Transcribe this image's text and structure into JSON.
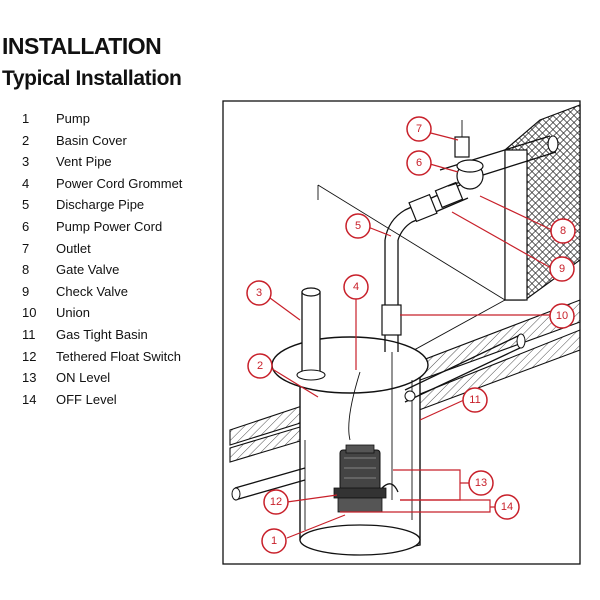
{
  "heading": "INSTALLATION",
  "subheading": "Typical Installation",
  "legend": [
    {
      "num": "1",
      "label": "Pump"
    },
    {
      "num": "2",
      "label": "Basin Cover"
    },
    {
      "num": "3",
      "label": "Vent Pipe"
    },
    {
      "num": "4",
      "label": "Power Cord Grommet"
    },
    {
      "num": "5",
      "label": "Discharge Pipe"
    },
    {
      "num": "6",
      "label": "Pump Power Cord"
    },
    {
      "num": "7",
      "label": "Outlet"
    },
    {
      "num": "8",
      "label": "Gate Valve"
    },
    {
      "num": "9",
      "label": "Check Valve"
    },
    {
      "num": "10",
      "label": "Union"
    },
    {
      "num": "11",
      "label": "Gas Tight Basin"
    },
    {
      "num": "12",
      "label": "Tethered Float Switch"
    },
    {
      "num": "13",
      "label": "ON Level"
    },
    {
      "num": "14",
      "label": "OFF Level"
    }
  ],
  "callouts": [
    "1",
    "2",
    "3",
    "4",
    "5",
    "6",
    "7",
    "8",
    "9",
    "10",
    "11",
    "12",
    "13",
    "14"
  ],
  "colors": {
    "accent": "#c8202a",
    "line": "#111111"
  }
}
